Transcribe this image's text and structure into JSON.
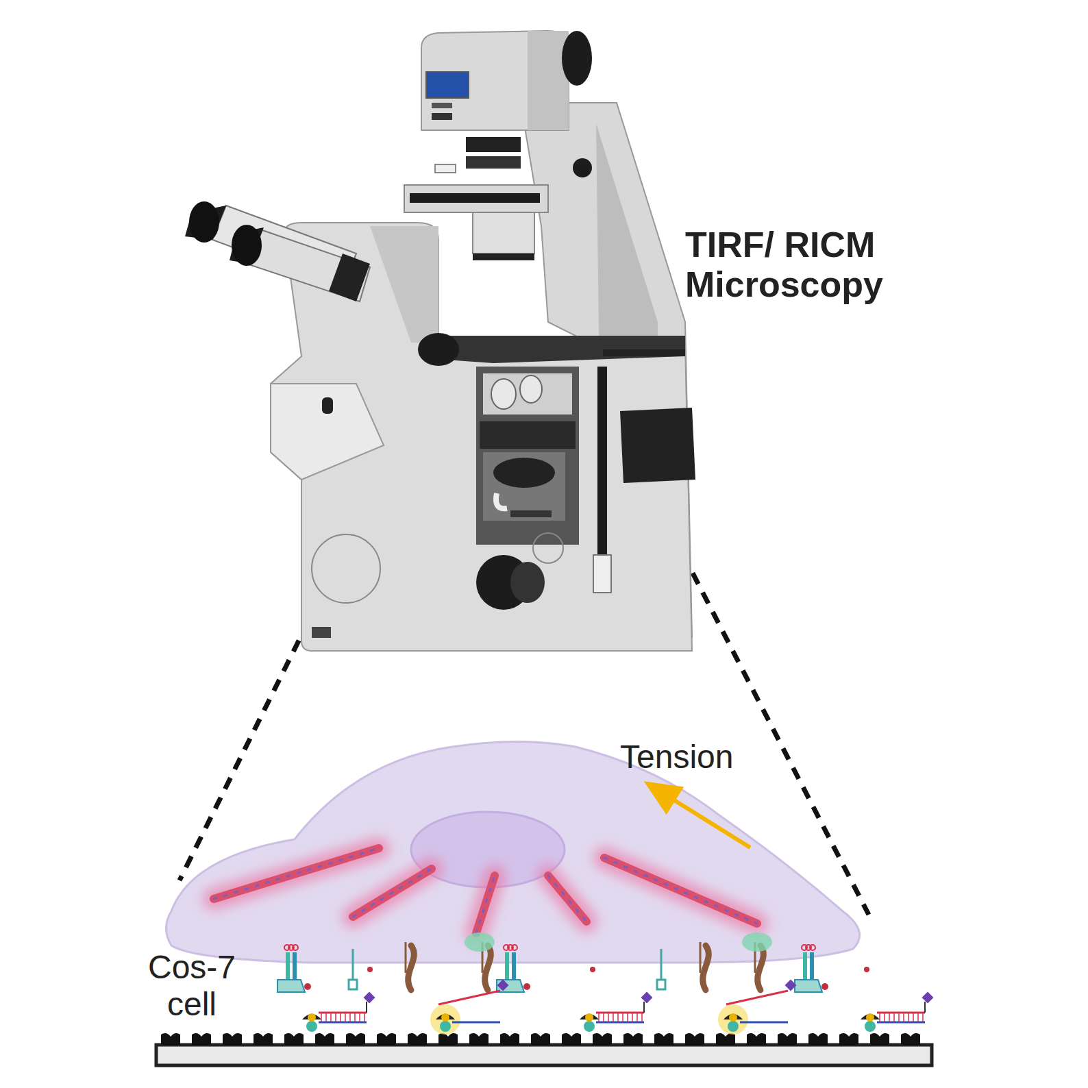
{
  "diagram": {
    "labels": [
      "TIRF/ RICM Microscopy",
      "Tension",
      "Cos-7 cell"
    ]
  }
}
